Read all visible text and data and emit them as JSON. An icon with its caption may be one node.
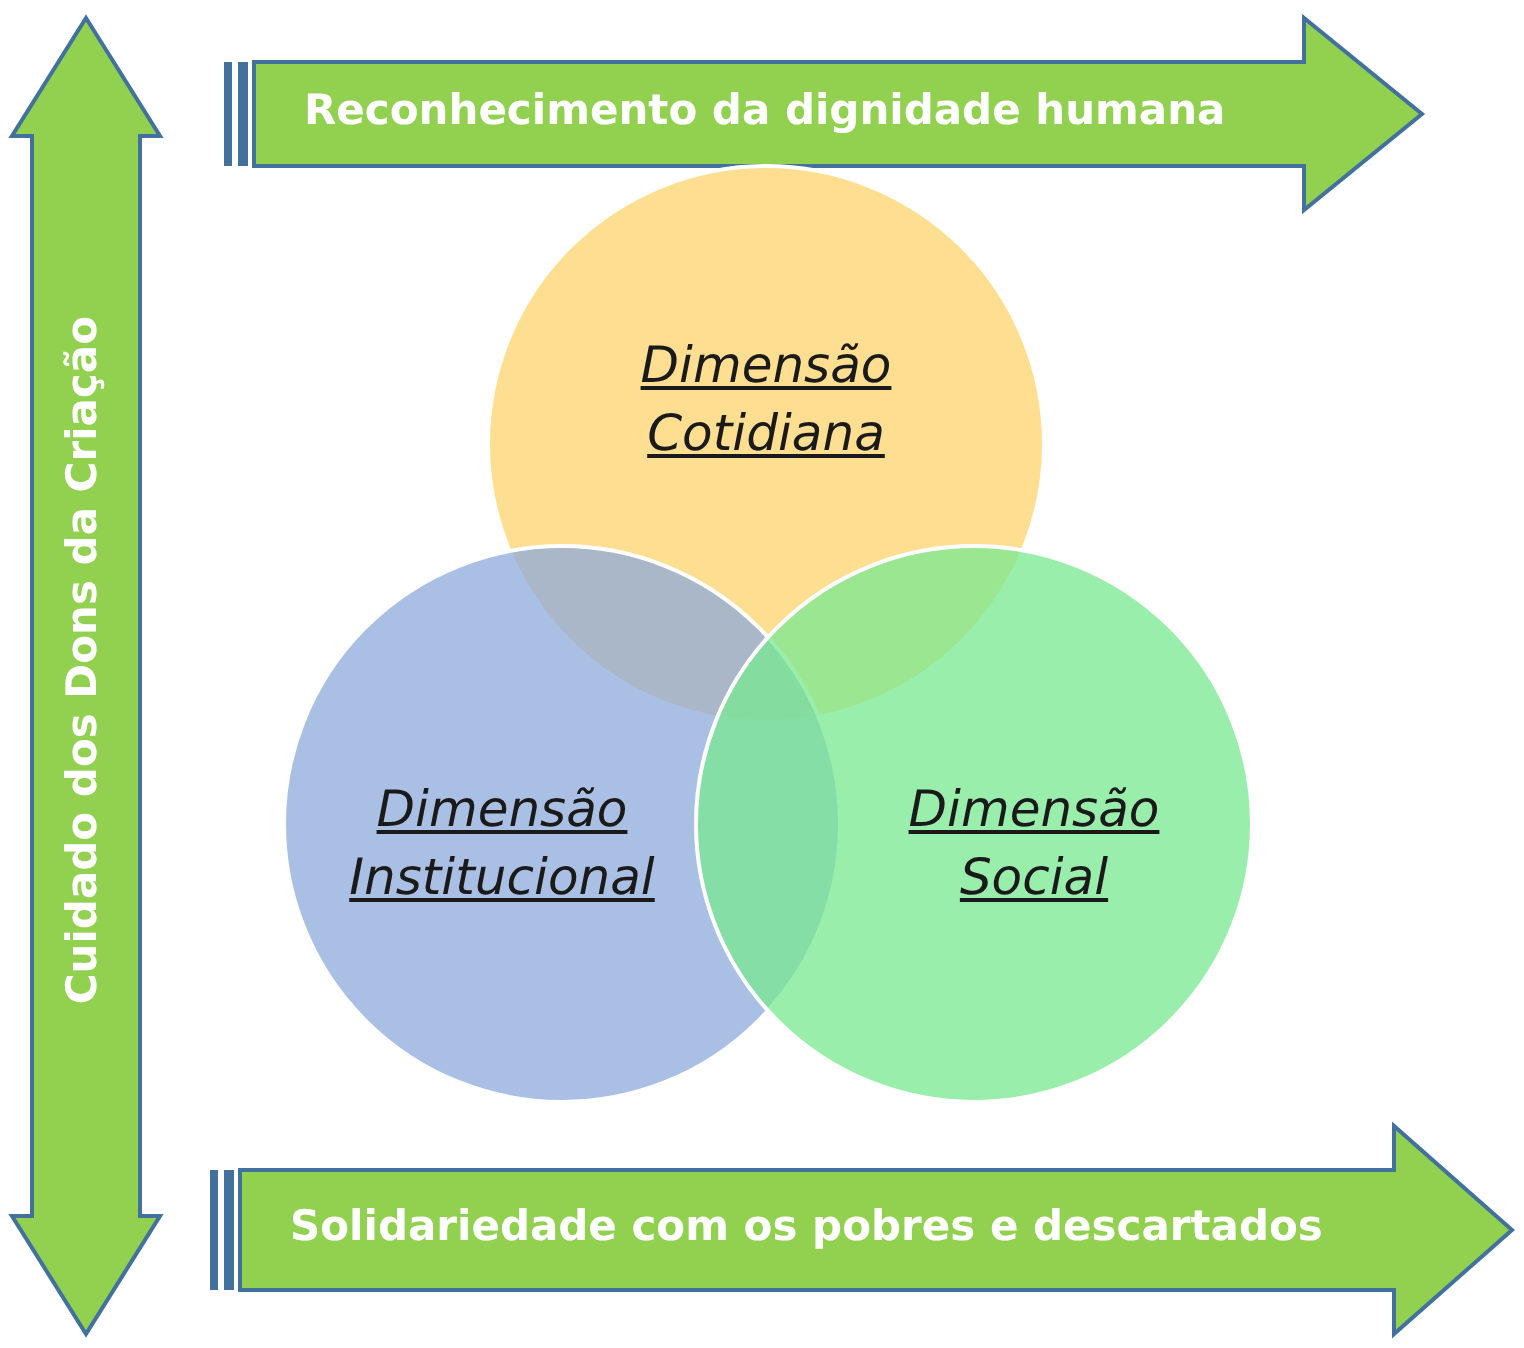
{
  "diagram": {
    "nodes": [
      {
        "text": [
          "Reconhecimento da dignidade humana"
        ]
      },
      {
        "text": [
          "Cuidado dos Dons da Criação"
        ]
      },
      {
        "text": [
          "Dimensão Cotidiana"
        ]
      },
      {
        "text": [
          "Dimensão Institucional"
        ]
      },
      {
        "text": [
          "Dimensão Social"
        ]
      },
      {
        "text": [
          "Solidariedade com os pobres e descartados"
        ]
      }
    ]
  }
}
